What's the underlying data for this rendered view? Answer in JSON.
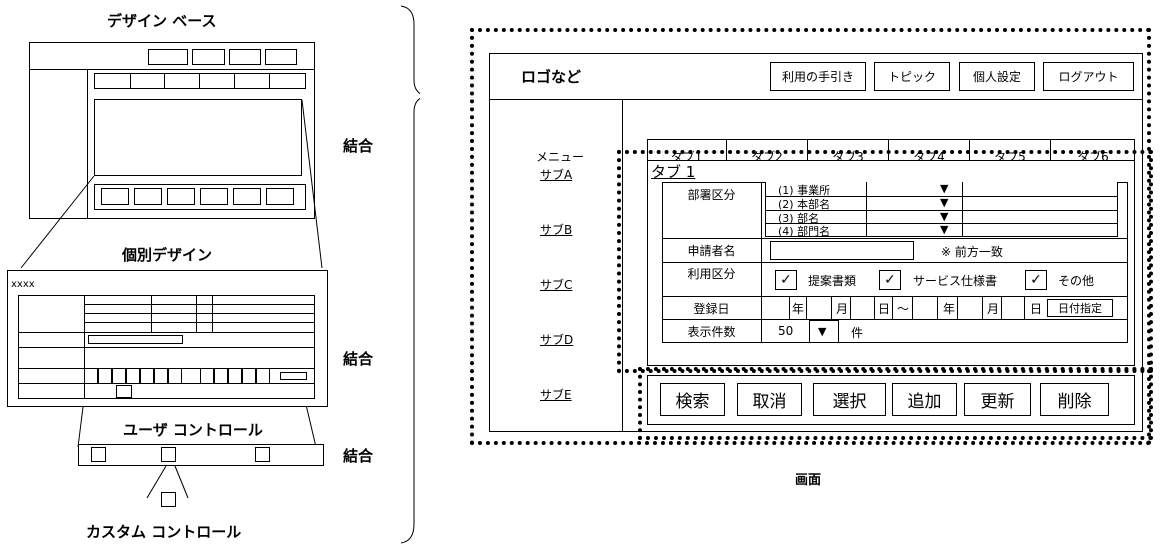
{
  "left": {
    "design_base_title": "デザイン ベース",
    "individual_design_title": "個別デザイン",
    "individual_xxxx": "xxxx",
    "user_control_title": "ユーザ コントロール",
    "custom_control_title": "カスタム コントロール",
    "combine_labels": [
      "結合",
      "結合",
      "結合"
    ]
  },
  "screen": {
    "caption": "画面",
    "logo": "ロゴなど",
    "header_buttons": [
      "利用の手引き",
      "トピック",
      "個人設定",
      "ログアウト"
    ],
    "menu_title": "メニュー",
    "sub_items": [
      "サブA",
      "サブB",
      "サブC",
      "サブD",
      "サブE"
    ],
    "tabs": [
      "タブ1",
      "タブ2",
      "タブ3",
      "タブ4",
      "タブ5",
      "タブ6"
    ],
    "tab_panel_title": "タブ 1",
    "form": {
      "dept_label": "部署区分",
      "dept_options": [
        "(1) 事業所",
        "(2) 本部名",
        "(3) 部名",
        "(4) 部門名"
      ],
      "dropdown_glyph": "▼",
      "applicant_label": "申請者名",
      "applicant_note": "※ 前方一致",
      "usage_label": "利用区分",
      "usage_options": [
        "提案書類",
        "サービス仕様書",
        "その他"
      ],
      "check_glyph": "✓",
      "regdate_label": "登録日",
      "date_year": "年",
      "date_month": "月",
      "date_day": "日",
      "date_tilde": "〜",
      "date_button": "日付指定",
      "count_label": "表示件数",
      "count_value": "50",
      "count_unit": "件"
    },
    "action_buttons": [
      "検索",
      "取消",
      "選択",
      "追加",
      "更新",
      "削除"
    ]
  }
}
